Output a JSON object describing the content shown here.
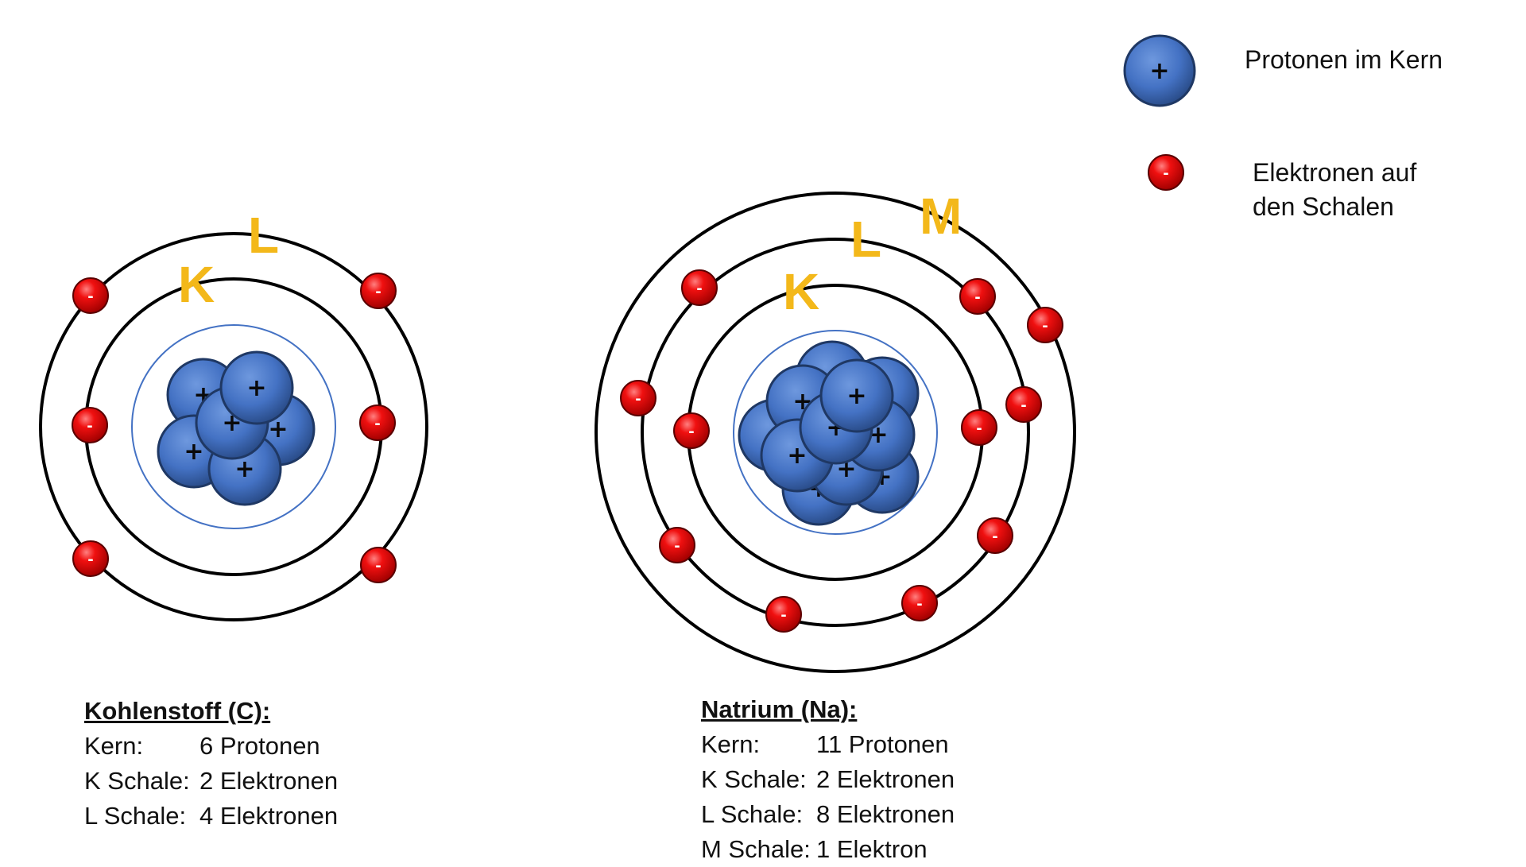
{
  "legend": {
    "protons_label": "Protonen im Kern",
    "electrons_label_line1": "Elektronen auf",
    "electrons_label_line2": "den Schalen",
    "proton_sign": "+",
    "electron_sign": "-"
  },
  "colors": {
    "proton": "#4472C4",
    "proton_dark": "#1F3864",
    "electron": "#E00000",
    "shell_letter": "#F3B81A",
    "shell_line": "#000000",
    "nucleus_outline": "#4472C4"
  },
  "carbon": {
    "shells": [
      "K",
      "L"
    ],
    "info": {
      "title": "Kohlenstoff (C):",
      "rows": [
        {
          "label": "Kern:",
          "value": "6 Protonen"
        },
        {
          "label": "K Schale:",
          "value": "2 Elektronen"
        },
        {
          "label": "L Schale:",
          "value": "4 Elektronen"
        }
      ]
    }
  },
  "sodium": {
    "shells": [
      "K",
      "L",
      "M"
    ],
    "info": {
      "title": "Natrium (Na):",
      "rows": [
        {
          "label": "Kern:",
          "value": "11 Protonen"
        },
        {
          "label": "K Schale:",
          "value": "2 Elektronen"
        },
        {
          "label": "L Schale:",
          "value": "8 Elektronen"
        },
        {
          "label": "M Schale:",
          "value": "1 Elektron"
        }
      ]
    }
  }
}
